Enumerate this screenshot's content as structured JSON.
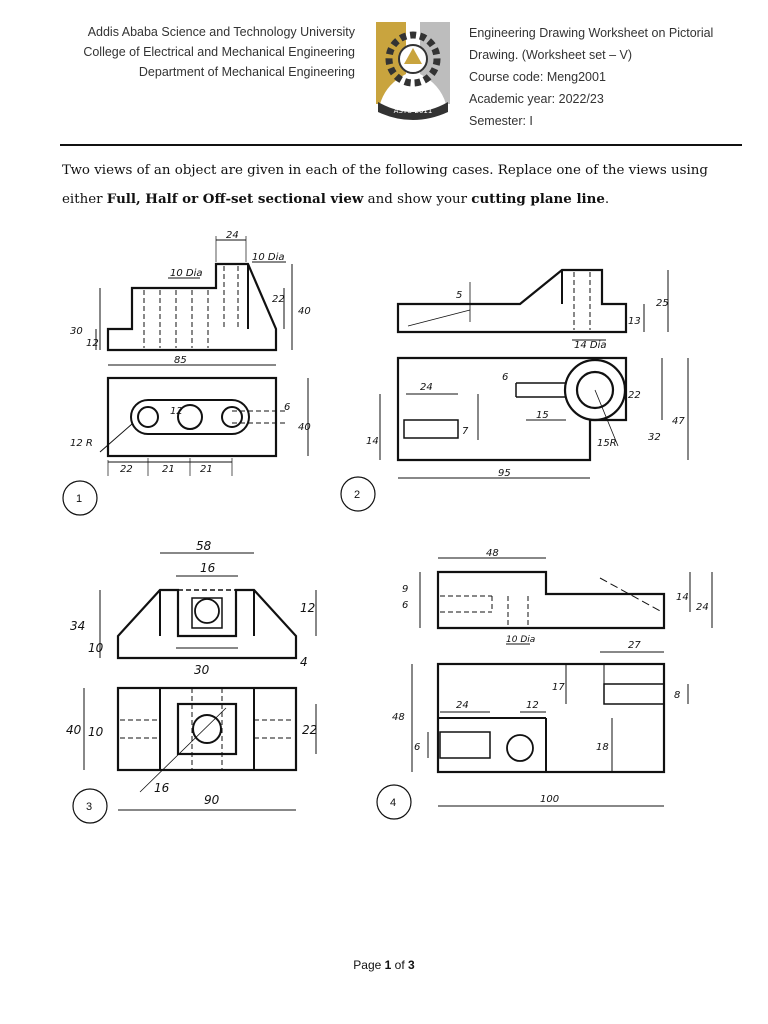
{
  "header": {
    "university": "Addis Ababa Science and Technology University",
    "college": "College of Electrical and Mechanical Engineering",
    "department": "Department of Mechanical Engineering",
    "title_line1": "Engineering Drawing Worksheet on Pictorial",
    "title_line2": "Drawing.  (Worksheet set – V)",
    "course_code": "Course code: Meng2001",
    "academic_year": "Academic year: 2022/23",
    "semester": "Semester: I",
    "logo_text": "ASTU 2011",
    "colors": {
      "gold": "#c9a43e",
      "dark": "#333333",
      "grey": "#bdbdbd"
    }
  },
  "instructions": {
    "part1": "Two views of an object are given in each of the following cases. Replace one of the views using either ",
    "bold1": "Full, Half or Off-set sectional view",
    "part2": " and show your ",
    "bold2": "cutting plane line",
    "part3": "."
  },
  "problems": [
    {
      "number": "1",
      "dims": [
        "24",
        "10 Dia",
        "10 Dia",
        "22",
        "40",
        "30",
        "12",
        "85",
        "12",
        "6",
        "40",
        "12 R",
        "22",
        "21",
        "21"
      ]
    },
    {
      "number": "2",
      "dims": [
        "5",
        "25",
        "13",
        "14 Dia",
        "24",
        "6",
        "15",
        "22",
        "47",
        "32",
        "15R",
        "14",
        "7",
        "95"
      ]
    },
    {
      "number": "3",
      "dims": [
        "58",
        "16",
        "12",
        "34",
        "10",
        "4",
        "30",
        "40",
        "10",
        "22",
        "16",
        "90"
      ]
    },
    {
      "number": "4",
      "dims": [
        "48",
        "9",
        "6",
        "14",
        "24",
        "10 Dia",
        "27",
        "17",
        "8",
        "48",
        "24",
        "12",
        "6",
        "18",
        "100"
      ]
    }
  ],
  "footer": {
    "prefix": "Page ",
    "page": "1",
    "middle": " of ",
    "total": "3"
  }
}
